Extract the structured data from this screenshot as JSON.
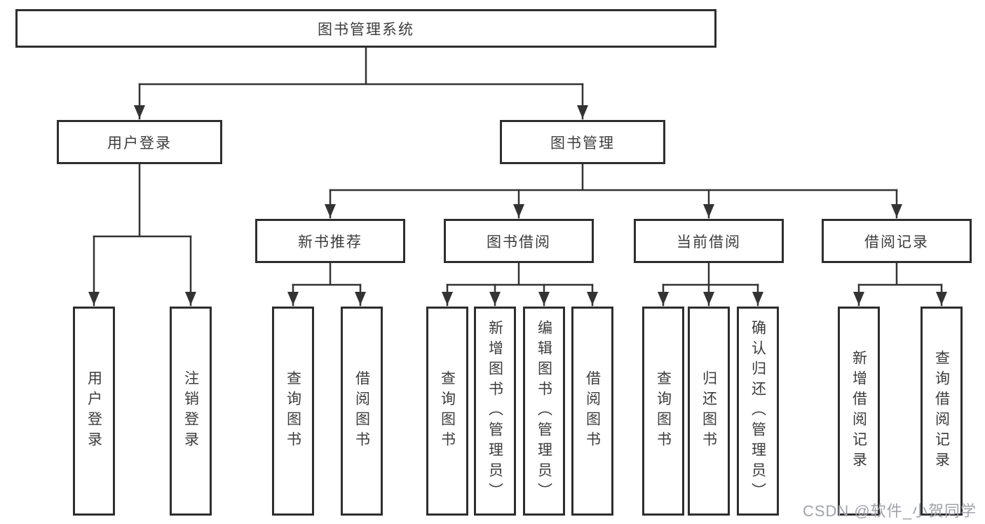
{
  "colors": {
    "box_border": "#2e2e2e",
    "connector_line": "#333333",
    "label_text": "#3c3c3c",
    "background": "#ffffff",
    "watermark_text": "#a0a3a9"
  },
  "tree": {
    "root": {
      "label": "图书管理系统",
      "children": [
        {
          "label": "用户登录",
          "children": [
            {
              "label": "用户登录"
            },
            {
              "label": "注销登录"
            }
          ]
        },
        {
          "label": "图书管理",
          "children": [
            {
              "label": "新书推荐",
              "children": [
                {
                  "label": "查询图书"
                },
                {
                  "label": "借阅图书"
                }
              ]
            },
            {
              "label": "图书借阅",
              "children": [
                {
                  "label": "查询图书"
                },
                {
                  "label": "新增图书（管理员）"
                },
                {
                  "label": "编辑图书（管理员）"
                },
                {
                  "label": "借阅图书"
                }
              ]
            },
            {
              "label": "当前借阅",
              "children": [
                {
                  "label": "查询图书"
                },
                {
                  "label": "归还图书"
                },
                {
                  "label": "确认归还（管理员）"
                }
              ]
            },
            {
              "label": "借阅记录",
              "children": [
                {
                  "label": "新增借阅记录"
                },
                {
                  "label": "查询借阅记录"
                }
              ]
            }
          ]
        }
      ]
    }
  },
  "watermark": {
    "text": "CSDN @软件_小贺同学"
  }
}
